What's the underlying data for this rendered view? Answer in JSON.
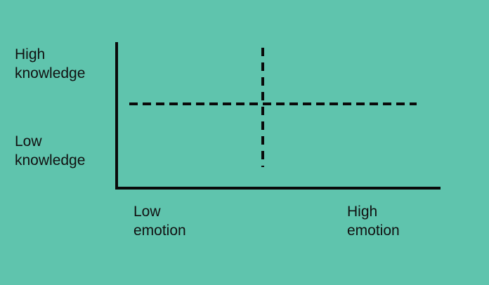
{
  "chart_data": {
    "type": "scatter",
    "title": "",
    "subtitle": "",
    "xlabel": "",
    "ylabel": "",
    "grid": false,
    "legend": null,
    "description": "Empty two-by-two quadrant framework with a solid L-shaped axis pair and dashed midlines dividing the plot area into four quadrants. No data points are plotted.",
    "x_axis": {
      "type": "categorical-continuum",
      "low_label": "Low\nemotion",
      "high_label": "High\nemotion",
      "tick_labels": [
        "Low emotion",
        "High emotion"
      ],
      "axis_color": "#0a0a0a",
      "axis_style": "solid"
    },
    "y_axis": {
      "type": "categorical-continuum",
      "low_label": "Low\nknowledge",
      "high_label": "High\nknowledge",
      "tick_labels": [
        "Low knowledge",
        "High knowledge"
      ],
      "axis_color": "#0a0a0a",
      "axis_style": "solid"
    },
    "dividers": [
      {
        "orientation": "horizontal",
        "style": "dashed",
        "color": "#0a0a0a",
        "position_fraction": 0.5
      },
      {
        "orientation": "vertical",
        "style": "dashed",
        "color": "#0a0a0a",
        "position_fraction": 0.45
      }
    ],
    "quadrants": [
      {
        "name": "high-knowledge-low-emotion",
        "label": ""
      },
      {
        "name": "high-knowledge-high-emotion",
        "label": ""
      },
      {
        "name": "low-knowledge-low-emotion",
        "label": ""
      },
      {
        "name": "low-knowledge-high-emotion",
        "label": ""
      }
    ],
    "series": [],
    "values": [],
    "categories": []
  },
  "colors": {
    "background": "#5fc4ad",
    "ink": "#0a0a0a",
    "text": "#111111"
  },
  "labels": {
    "y_high": "High\nknowledge",
    "y_low": "Low\nknowledge",
    "x_low": "Low\nemotion",
    "x_high": "High\nemotion"
  }
}
